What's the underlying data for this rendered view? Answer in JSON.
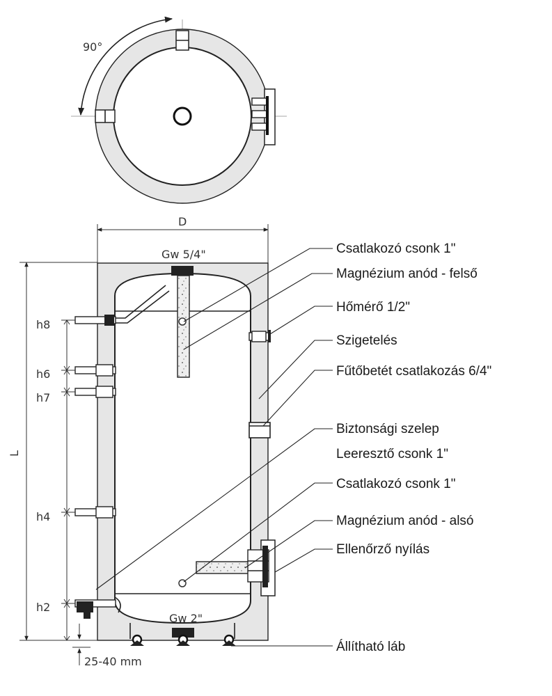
{
  "top_view": {
    "angle_label": "90°"
  },
  "dimensions": {
    "diameter": "D",
    "length": "L",
    "top_port": "Gw 5/4\"",
    "bottom_port": "Gw 2\"",
    "foot_range": "25-40 mm",
    "heights": [
      "h8",
      "h6",
      "h7",
      "h4",
      "h2"
    ]
  },
  "callouts": [
    "Csatlakozó csonk 1\"",
    "Magnézium anód - felső",
    "Hőmérő 1/2\"",
    "Szigetelés",
    "Fűtőbetét csatlakozás 6/4\"",
    "Biztonsági szelep",
    "Leeresztő csonk 1\"",
    "Csatlakozó csonk 1\"",
    "Magnézium anód - alsó",
    "Ellenőrző nyílás",
    "Állítható láb"
  ],
  "colors": {
    "insulation": "#e6e6e6",
    "outline": "#222222",
    "anode": "#e9e9e9"
  }
}
